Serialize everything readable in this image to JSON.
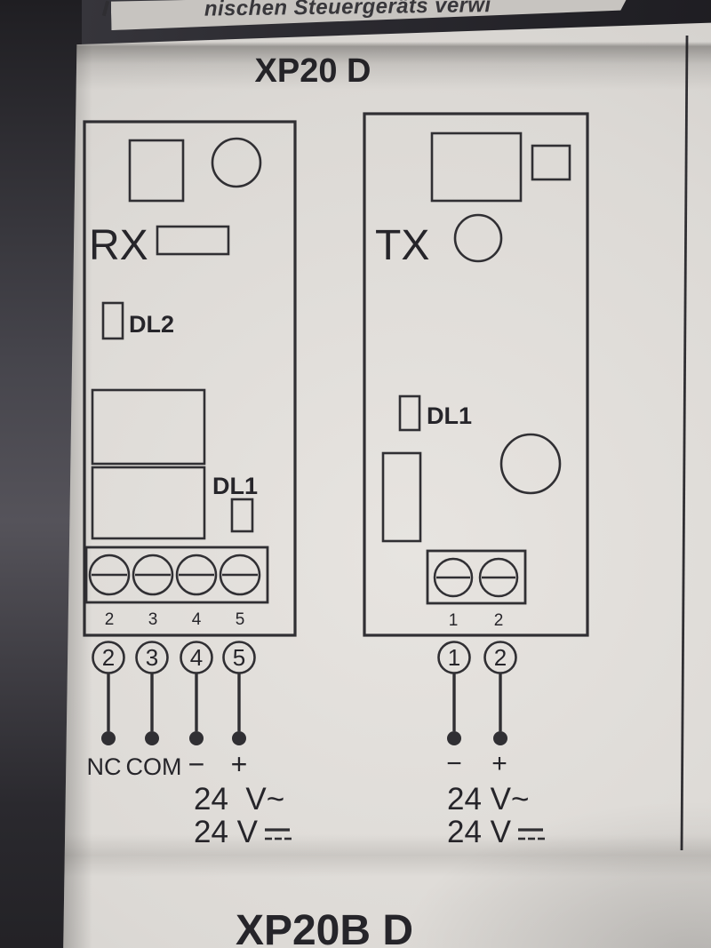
{
  "colors": {
    "ink": "#302f33",
    "paper": "#dedbd7",
    "background": "#232227"
  },
  "page": {
    "header_fragment": "nischen Steuergeräts verwi",
    "title": "XP20 D",
    "bottom_title": "XP20B D"
  },
  "rx": {
    "label": "RX",
    "dl2_label": "DL2",
    "dl1_label": "DL1",
    "pin_numbers": [
      "2",
      "3",
      "4",
      "5"
    ],
    "terminal_numbers": [
      "2",
      "3",
      "4",
      "5"
    ],
    "wire_labels": [
      "NC",
      "COM",
      "−",
      "+"
    ],
    "supply_ac": "24  V~",
    "supply_dc": "24 V"
  },
  "tx": {
    "label": "TX",
    "dl1_label": "DL1",
    "pin_numbers": [
      "1",
      "2"
    ],
    "terminal_numbers": [
      "1",
      "2"
    ],
    "wire_labels": [
      "−",
      "+"
    ],
    "supply_ac": "24 V~",
    "supply_dc": "24 V"
  }
}
